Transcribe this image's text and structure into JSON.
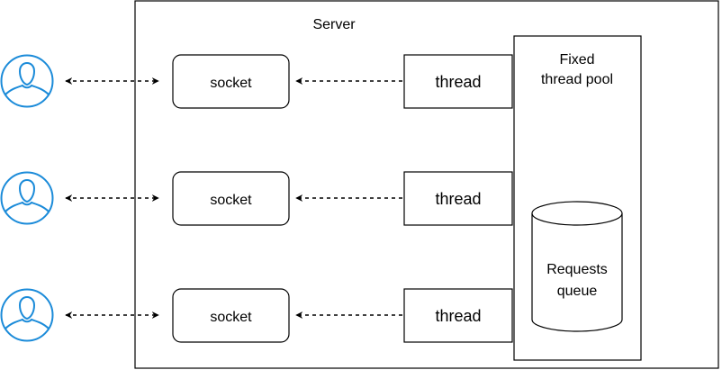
{
  "server": {
    "label": "Server"
  },
  "pool": {
    "title_line1": "Fixed",
    "title_line2": "thread pool"
  },
  "queue": {
    "label_line1": "Requests",
    "label_line2": "queue"
  },
  "rows": [
    {
      "socket_label": "socket",
      "thread_label": "thread"
    },
    {
      "socket_label": "socket",
      "thread_label": "thread"
    },
    {
      "socket_label": "socket",
      "thread_label": "thread"
    }
  ],
  "colors": {
    "user_icon": "#1b8bd9",
    "stroke": "#000000"
  },
  "icons": {
    "user": "user-icon"
  }
}
